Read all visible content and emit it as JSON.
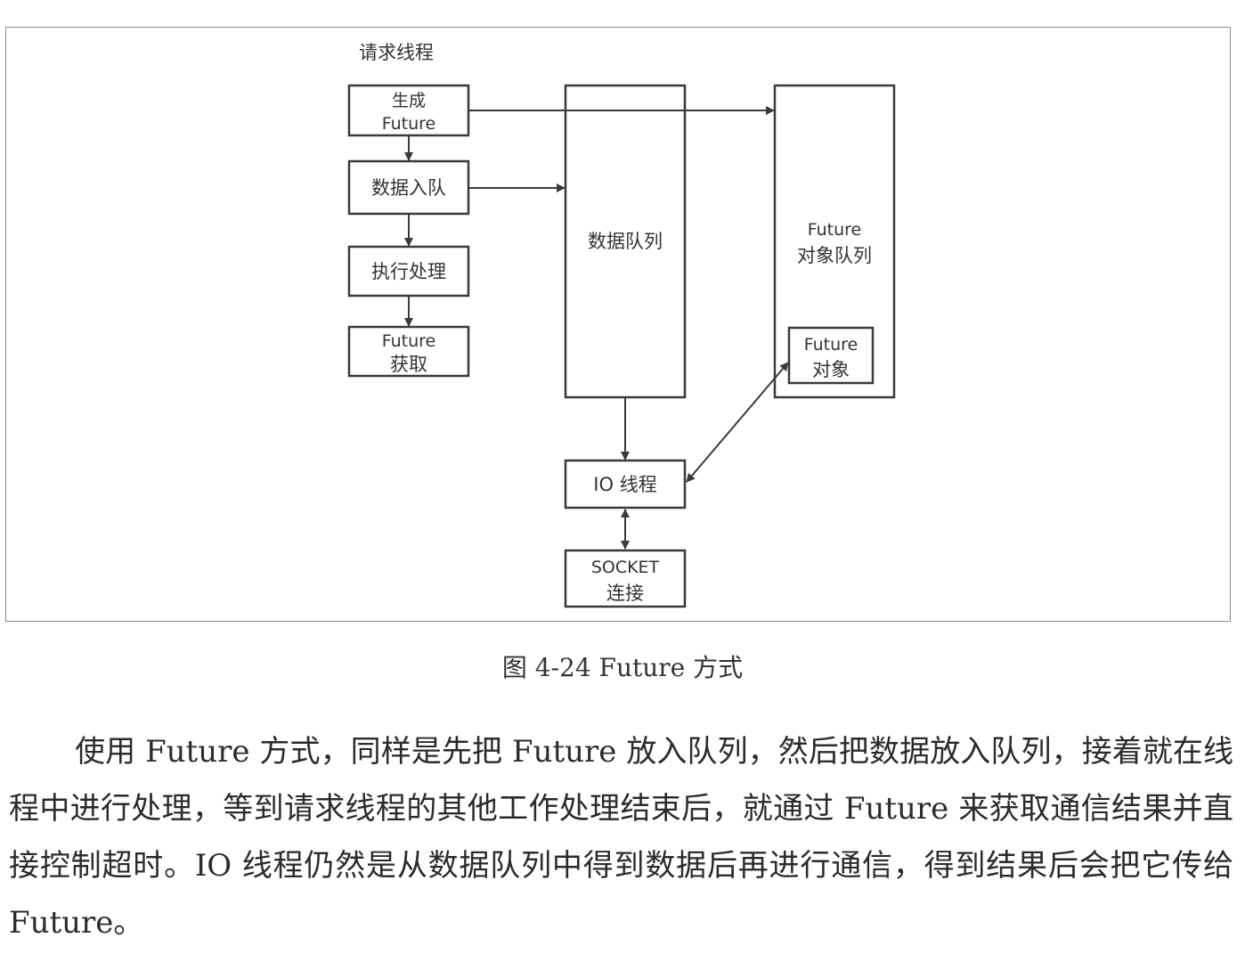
{
  "diagram": {
    "title": "请求线程",
    "nodes": {
      "gen_future": [
        "生成",
        "Future"
      ],
      "enqueue": [
        "数据入队"
      ],
      "process": [
        "执行处理"
      ],
      "get_future": [
        "Future",
        "获取"
      ],
      "data_queue": [
        "数据队列"
      ],
      "future_queue": [
        "Future",
        "对象队列"
      ],
      "future_obj": [
        "Future",
        "对象"
      ],
      "io_thread": [
        "IO 线程"
      ],
      "socket": [
        "SOCKET",
        "连接"
      ]
    }
  },
  "caption": "图 4-24 Future 方式",
  "paragraph": "使用 Future 方式，同样是先把 Future 放入队列，然后把数据放入队列，接着就在线程中进行处理，等到请求线程的其他工作处理结束后，就通过 Future 来获取通信结果并直接控制超时。IO 线程仍然是从数据队列中得到数据后再进行通信，得到结果后会把它传给 Future。"
}
